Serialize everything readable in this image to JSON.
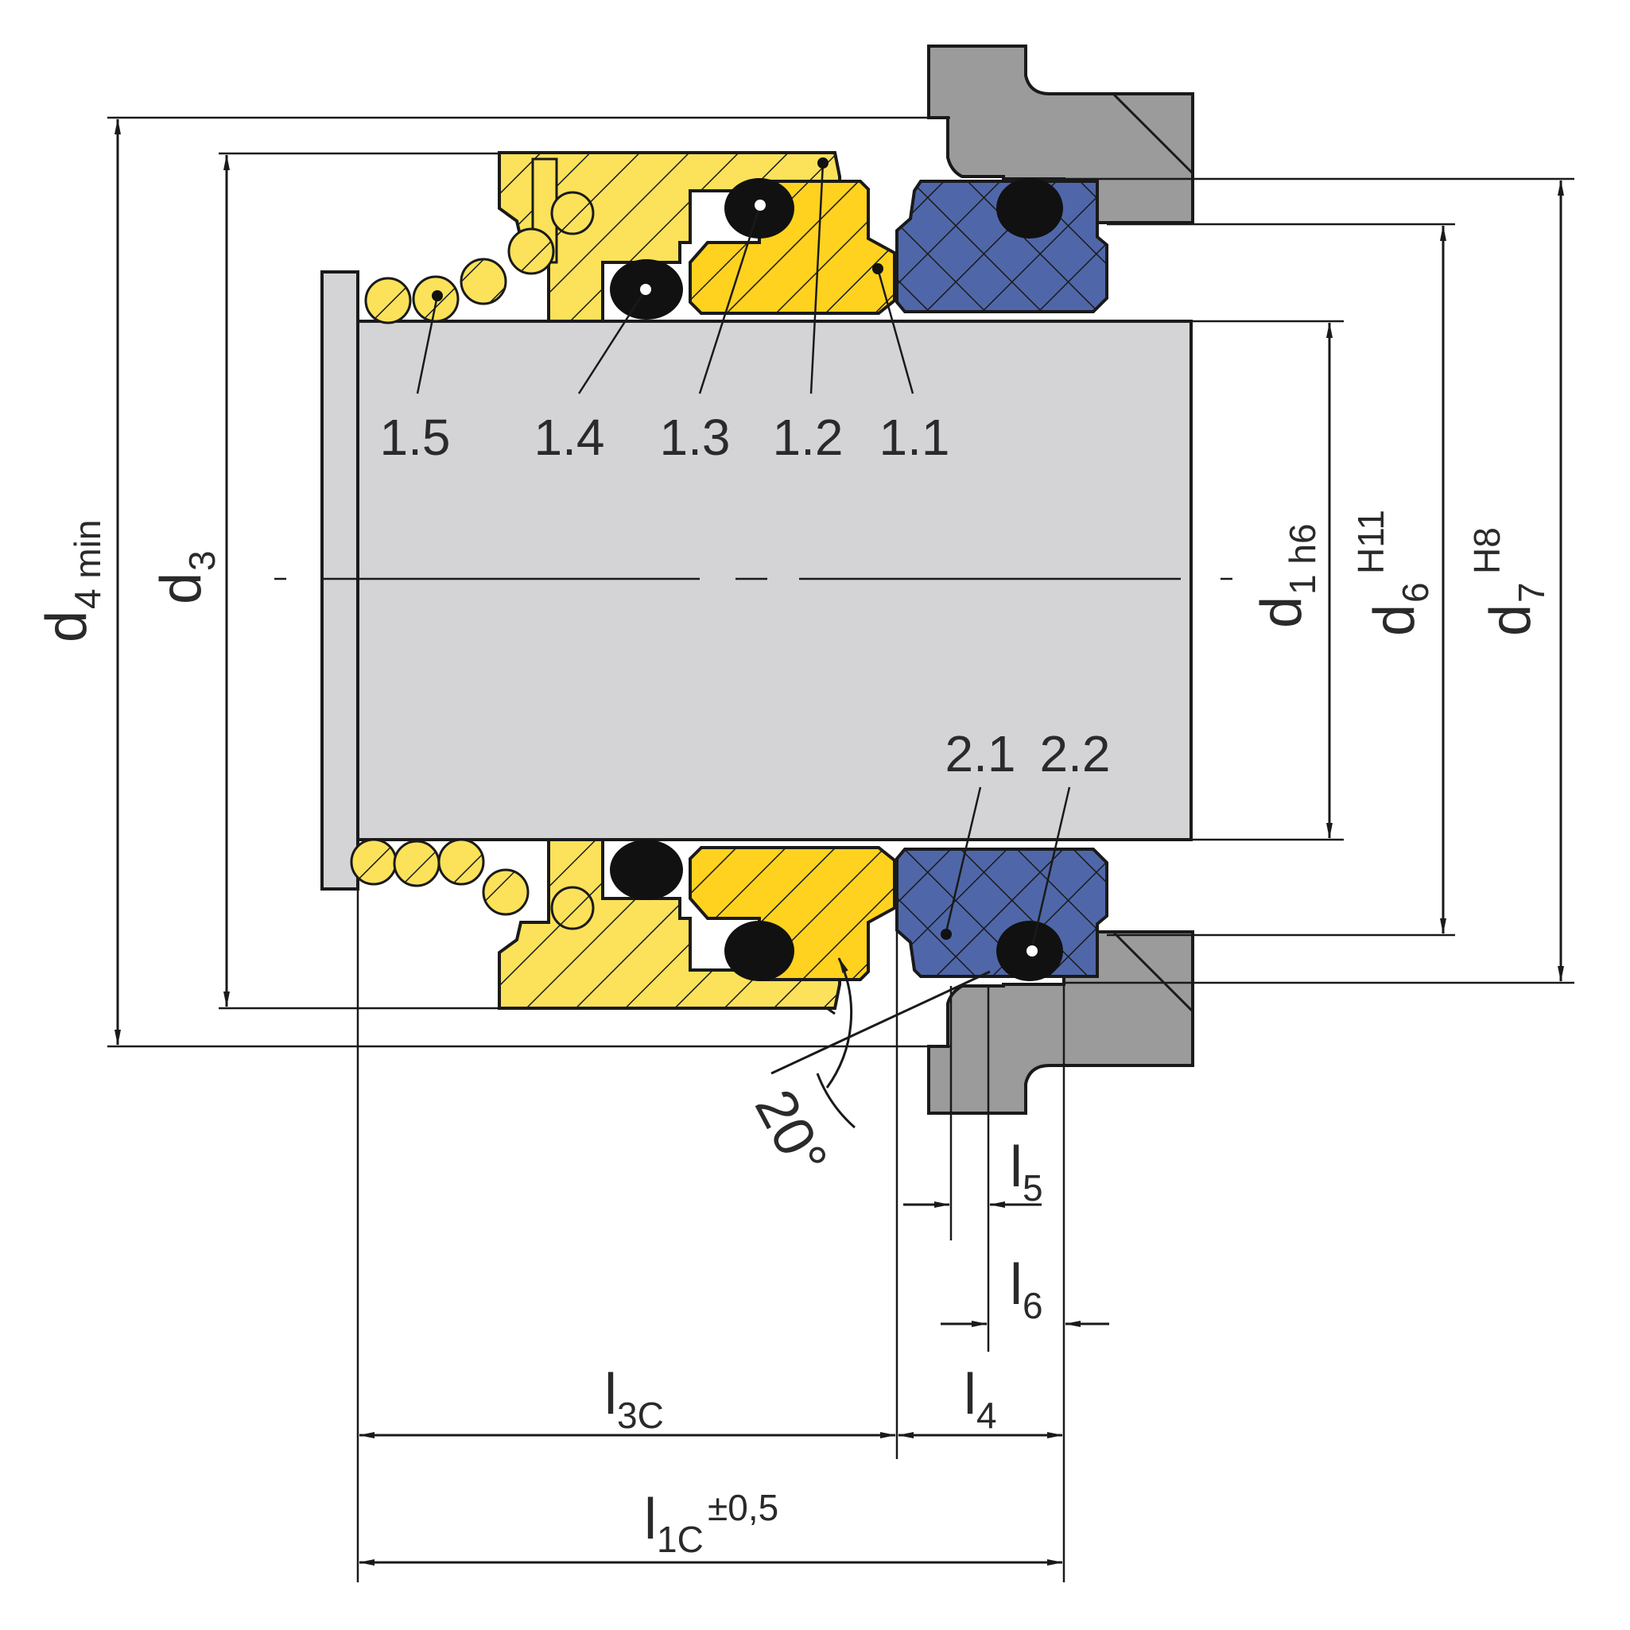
{
  "colors": {
    "shaft": "#d4d3d6",
    "housing": "#9b9b9b",
    "yellow": "#ffd21f",
    "yellow_light": "#fbe25a",
    "blue": "#4f67a9",
    "oring": "#111111",
    "line": "#1a1a1a"
  },
  "part_labels": {
    "p1_5": "1.5",
    "p1_4": "1.4",
    "p1_3": "1.3",
    "p1_2": "1.2",
    "p1_1": "1.1",
    "p2_1": "2.1",
    "p2_2": "2.2"
  },
  "dimensions": {
    "d4": {
      "main": "d",
      "sub": "4 min"
    },
    "d3": {
      "main": "d",
      "sub": "3"
    },
    "d1": {
      "main": "d",
      "sub": "1 h6"
    },
    "d6": {
      "main": "d",
      "sub": "6",
      "sup": "H11"
    },
    "d7": {
      "main": "d",
      "sub": "7",
      "sup": "H8"
    },
    "l5": {
      "main": "l",
      "sub": "5"
    },
    "l6": {
      "main": "l",
      "sub": "6"
    },
    "l3c": {
      "main": "l",
      "sub": "3C"
    },
    "l4": {
      "main": "l",
      "sub": "4"
    },
    "l1c": {
      "main": "l",
      "sub": "1C",
      "tol": "±0,5"
    }
  },
  "angle": "20°"
}
